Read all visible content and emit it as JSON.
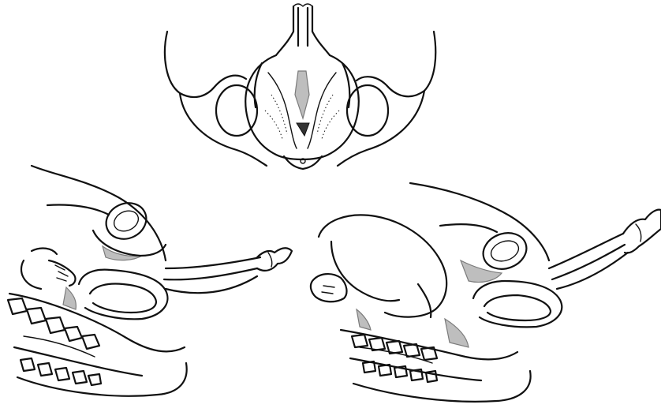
{
  "figure": {
    "panels": [
      {
        "id": "pelvic-floor-view"
      },
      {
        "id": "sagittal-view-left"
      },
      {
        "id": "sagittal-view-right"
      }
    ]
  }
}
